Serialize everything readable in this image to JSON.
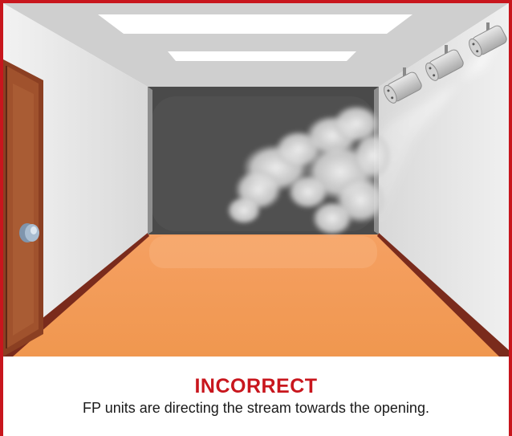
{
  "verdict": {
    "label": "INCORRECT",
    "color": "#c8161d"
  },
  "description": "FP units are directing the stream towards the opening.",
  "scene": {
    "icons": [
      "door-icon",
      "door-knob-icon",
      "ceiling-light-icon",
      "fan-unit-icon",
      "smoke-cloud-icon"
    ],
    "fan_unit_count": 3,
    "ceiling_light_count": 2,
    "colors": {
      "floor": "#f09a5a",
      "opening": "#4a4a4a",
      "walls": "#e6e6e6",
      "ceiling": "#cfcfcf",
      "door": "#a0522d",
      "frame": "#c8161d"
    }
  }
}
